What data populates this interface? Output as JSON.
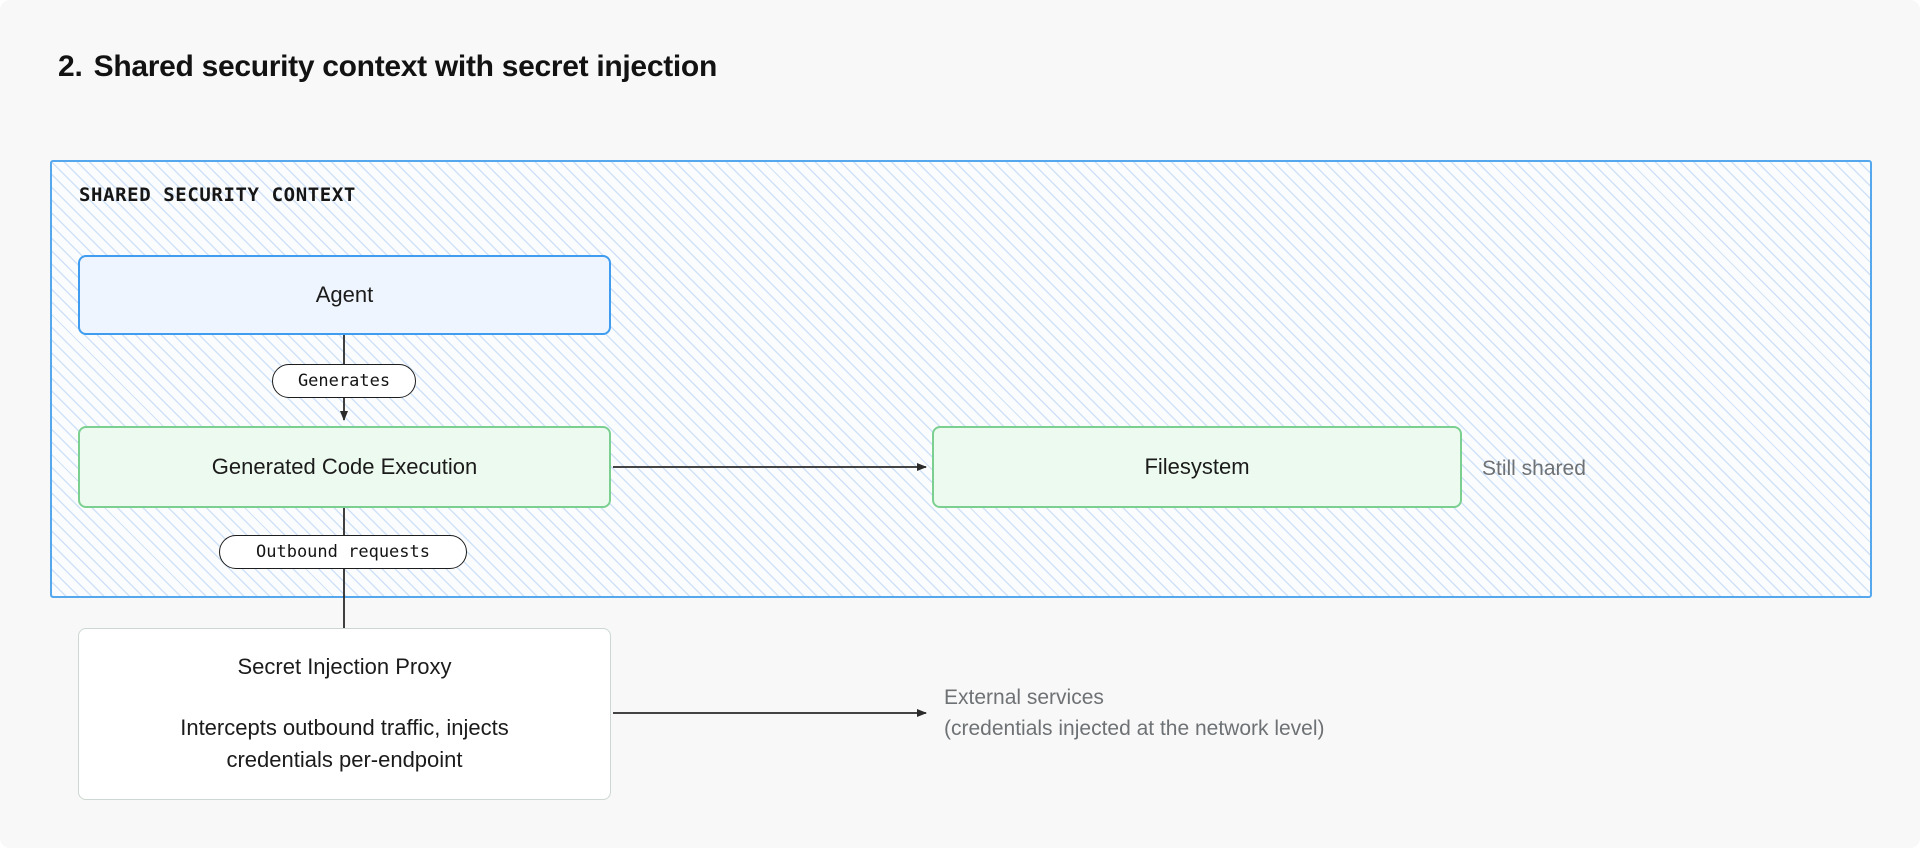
{
  "page": {
    "background_color": "#f8f8f8"
  },
  "heading": {
    "number": "2.",
    "text": "Shared security context with secret injection"
  },
  "context": {
    "label": "SHARED SECURITY CONTEXT",
    "border_color": "#55a8ed",
    "fill_color": "#fbfcfe",
    "hatch_color": "#cfe2f8"
  },
  "nodes": {
    "agent": {
      "label": "Agent",
      "fill": "#eef5fe",
      "border": "#3f9cee"
    },
    "code_execution": {
      "label": "Generated Code Execution",
      "fill": "#edfaef",
      "border": "#7bd091"
    },
    "filesystem": {
      "label": "Filesystem",
      "fill": "#edfaef",
      "border": "#7bd091"
    },
    "secret_proxy": {
      "title": "Secret Injection Proxy",
      "description": "Intercepts outbound traffic, injects credentials per-endpoint",
      "fill": "#ffffff",
      "border": "#ccd8d1"
    }
  },
  "edges": {
    "agent_to_code": {
      "label": "Generates"
    },
    "code_to_proxy": {
      "label": "Outbound requests"
    },
    "code_to_filesystem": {
      "label": ""
    },
    "proxy_to_external": {
      "label": ""
    }
  },
  "annotations": {
    "filesystem_note": "Still shared",
    "external_services_line1": "External services",
    "external_services_line2": "(credentials injected at the network level)",
    "note_color": "#6e7275"
  },
  "arrow_color": "#2b2b2b"
}
